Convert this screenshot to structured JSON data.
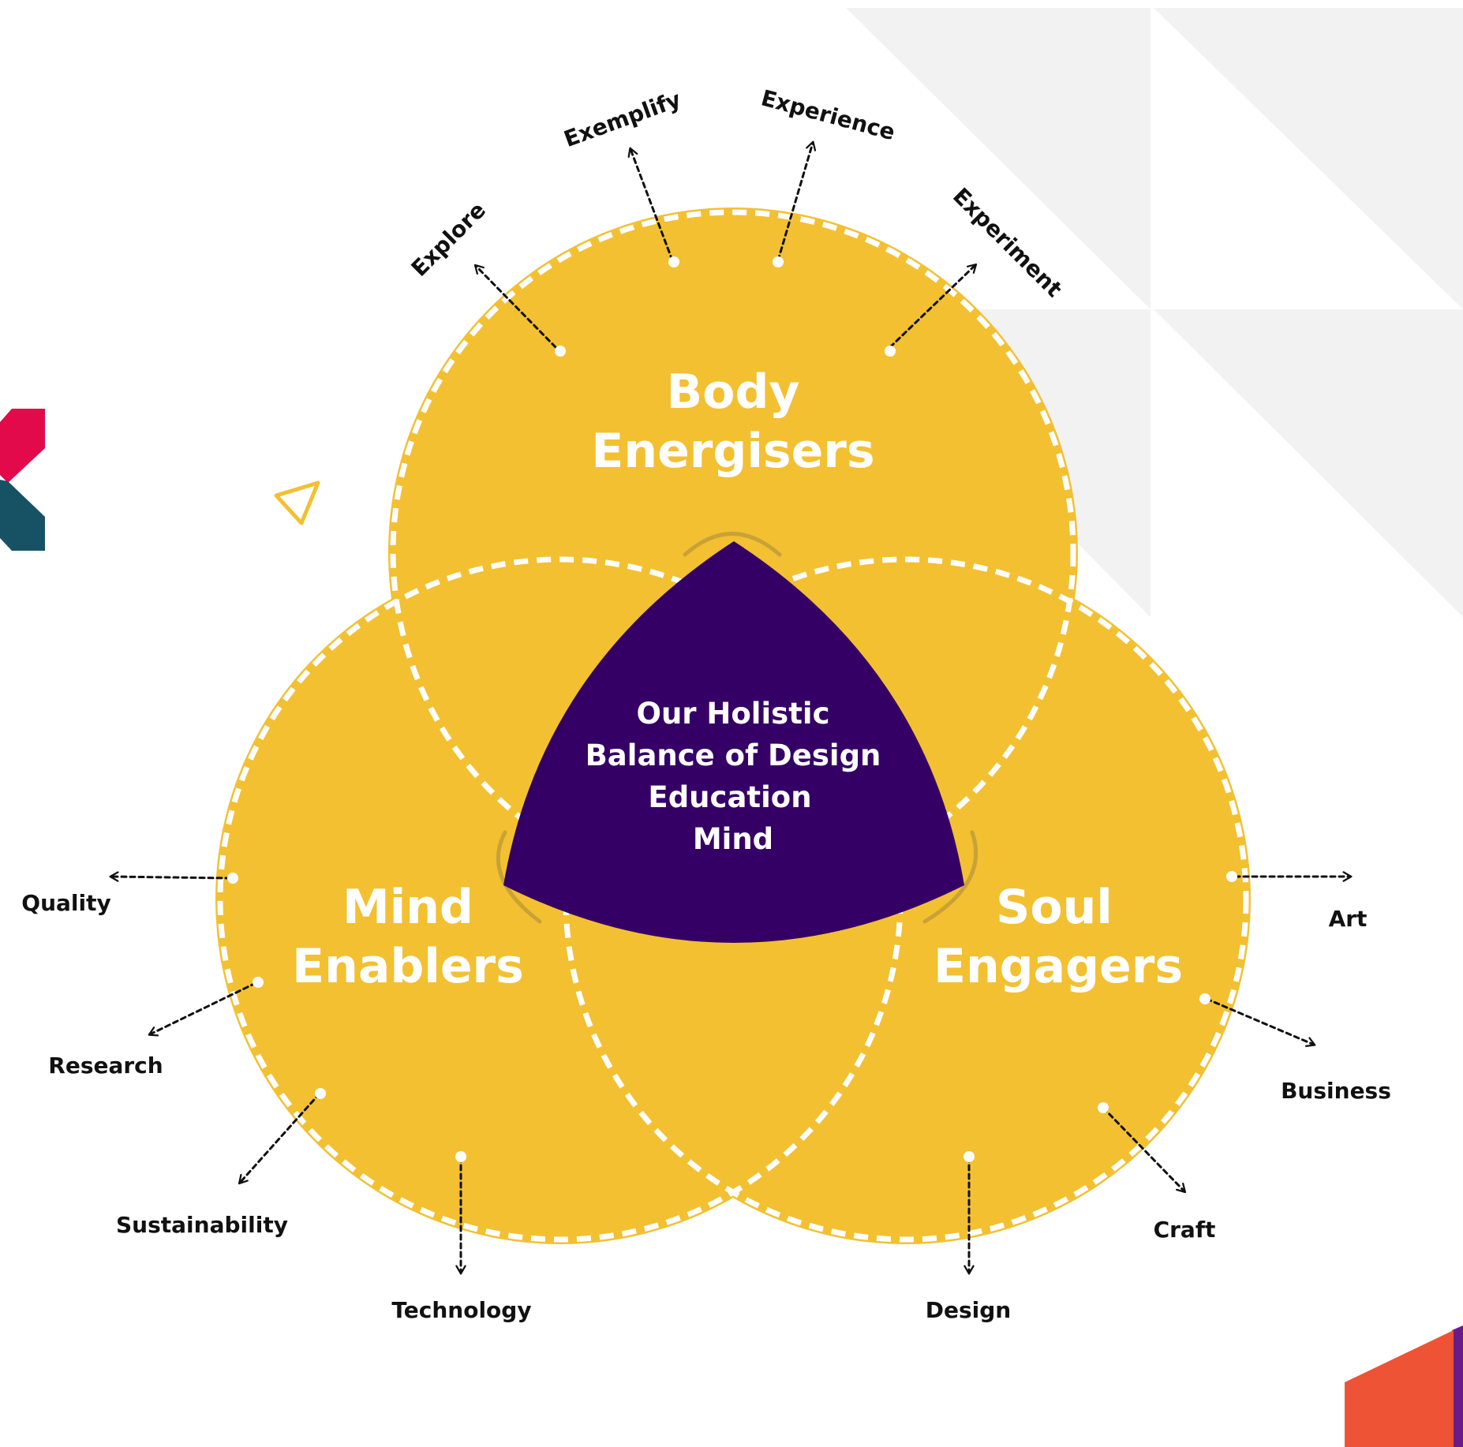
{
  "colors": {
    "circle_fill": "#F3C032",
    "circle_dash": "#FFFFFF",
    "center_fill": "#350066",
    "center_outline": "#C9A236",
    "pointer_color": "#111111",
    "bg_triangles": "#F2F2F2",
    "accent_red": "#E20A4A",
    "accent_teal": "#175264",
    "accent_orange": "#EE5335",
    "accent_purple": "#6A1B8A",
    "triangle_outline": "#F3C032"
  },
  "circles": {
    "body": {
      "line1": "Body",
      "line2": "Energisers"
    },
    "mind": {
      "line1": "Mind",
      "line2": "Enablers"
    },
    "soul": {
      "line1": "Soul",
      "line2": "Engagers"
    }
  },
  "center": {
    "line1": "Our Holistic",
    "line2": "Balance of Design",
    "line3": "Education",
    "line4": "Mind"
  },
  "body_pointers": {
    "explore": "Explore",
    "exemplify": "Exemplify",
    "experience": "Experience",
    "experiment": "Experiment"
  },
  "mind_pointers": {
    "quality": "Quality",
    "research": "Research",
    "sustainability": "Sustainability",
    "technology": "Technology"
  },
  "soul_pointers": {
    "art": "Art",
    "business": "Business",
    "craft": "Craft",
    "design": "Design"
  }
}
